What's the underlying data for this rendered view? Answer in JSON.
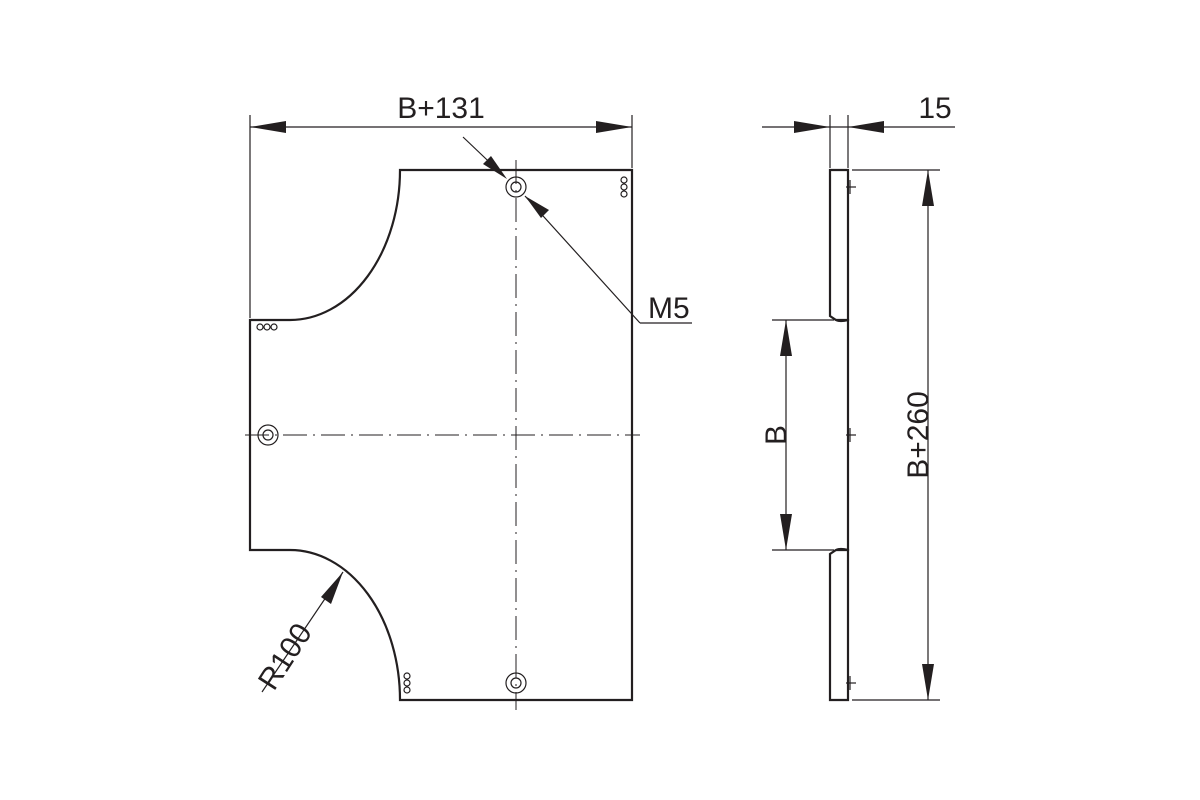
{
  "dimensions": {
    "top_width": "B+131",
    "hole_callout": "M5",
    "radius": "R100",
    "thickness": "15",
    "inner_width": "B",
    "overall_height": "B+260"
  },
  "colors": {
    "line": "#231f20",
    "background": "#ffffff"
  }
}
